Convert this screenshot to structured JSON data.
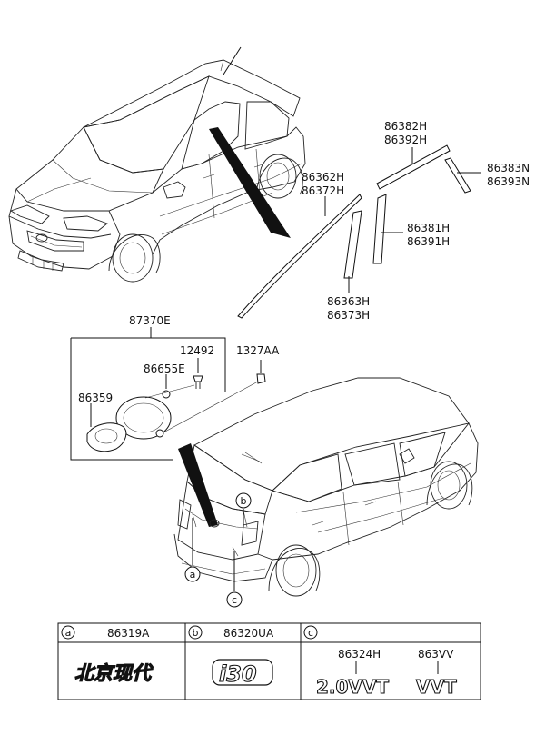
{
  "callouts": {
    "roof_strip": [
      "86382H",
      "86392H"
    ],
    "rear_strip": [
      "86383N",
      "86393N"
    ],
    "door_moulding": [
      "86362H",
      "86372H"
    ],
    "pillar_right": [
      "86381H",
      "86391H"
    ],
    "pillar_left": [
      "86363H",
      "86373H"
    ],
    "emblem_assy": "87370E",
    "screw": "12492",
    "nut": "1327AA",
    "grommet": "86655E",
    "emblem": "86359"
  },
  "markers": {
    "a": "a",
    "b": "b",
    "c": "c"
  },
  "table": {
    "columns": [
      {
        "letter": "a",
        "part": "86319A",
        "emblem_text": "北京现代"
      },
      {
        "letter": "b",
        "part": "86320UA",
        "emblem_text": "i30"
      },
      {
        "letter": "c",
        "part": "",
        "emblem_text": ""
      }
    ],
    "column_c": {
      "items": [
        {
          "part": "86324H",
          "emblem_text": "2.0VVT"
        },
        {
          "part": "863VV",
          "emblem_text": "VVT"
        }
      ]
    }
  }
}
